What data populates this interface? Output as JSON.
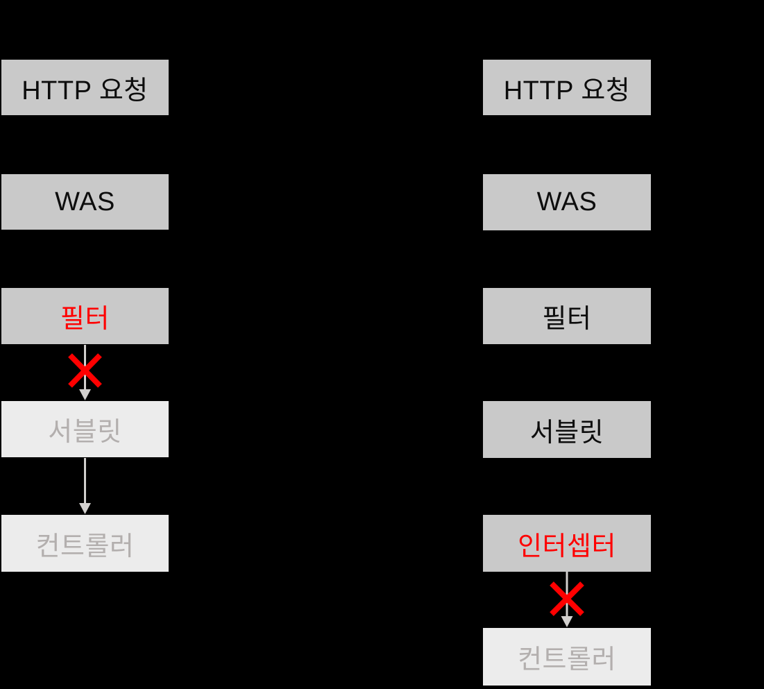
{
  "colors": {
    "background": "#000000",
    "box_bg": "#c9c9c9",
    "box_text": "#0d0d0d",
    "box_disabled_bg": "#ececec",
    "box_disabled_text": "#b3afae",
    "highlight_text": "#ff0000",
    "arrow": "#d2d0ce",
    "block_x": "#ff0000"
  },
  "flows": [
    {
      "name": "filter-blocking-flow",
      "nodes": [
        {
          "label": "HTTP 요청",
          "state": "active"
        },
        {
          "label": "WAS",
          "state": "active"
        },
        {
          "label": "필터",
          "state": "highlight"
        },
        {
          "label": "서블릿",
          "state": "disabled"
        },
        {
          "label": "컨트롤러",
          "state": "disabled"
        }
      ],
      "blocked_between": [
        "필터",
        "서블릿"
      ]
    },
    {
      "name": "interceptor-blocking-flow",
      "nodes": [
        {
          "label": "HTTP 요청",
          "state": "active"
        },
        {
          "label": "WAS",
          "state": "active"
        },
        {
          "label": "필터",
          "state": "active"
        },
        {
          "label": "서블릿",
          "state": "active"
        },
        {
          "label": "인터셉터",
          "state": "highlight"
        },
        {
          "label": "컨트롤러",
          "state": "disabled"
        }
      ],
      "blocked_between": [
        "인터셉터",
        "컨트롤러"
      ]
    }
  ]
}
